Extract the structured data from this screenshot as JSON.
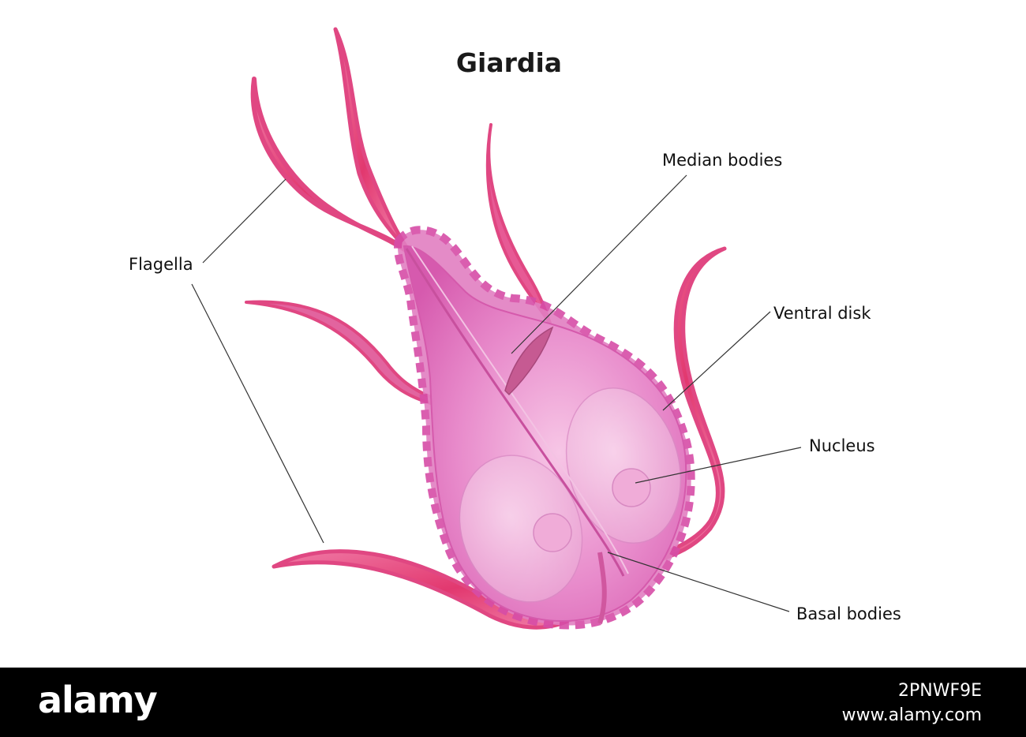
{
  "diagram": {
    "title": "Giardia",
    "labels": {
      "median_bodies": "Median bodies",
      "flagella": "Flagella",
      "ventral_disk": "Ventral disk",
      "nucleus": "Nucleus",
      "basal_bodies": "Basal bodies"
    },
    "colors": {
      "body_fill": "#e05ab0",
      "body_light": "#f6b8df",
      "flagella": "#e8447f",
      "nucleus": "#f4b6dd",
      "leader_line": "#333333"
    }
  },
  "footer": {
    "logo_text": "alamy",
    "image_id": "2PNWF9E",
    "url": "www.alamy.com"
  }
}
